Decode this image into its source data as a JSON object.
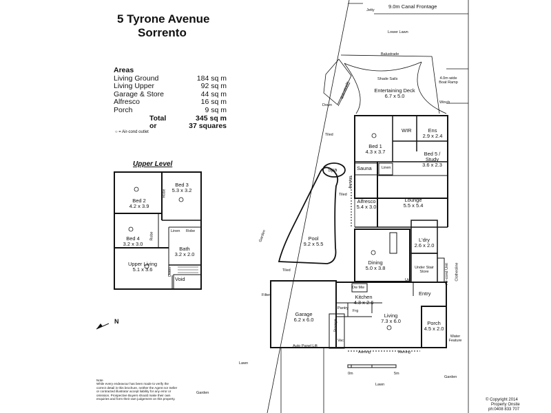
{
  "title": {
    "line1": "5 Tyrone Avenue",
    "line2": "Sorrento"
  },
  "areas": {
    "heading": "Areas",
    "rows": [
      {
        "label": "Living Ground",
        "value": "184 sq m"
      },
      {
        "label": "Living Upper",
        "value": "92 sq m"
      },
      {
        "label": "Garage & Store",
        "value": "44 sq m"
      },
      {
        "label": "Alfresco",
        "value": "16 sq m"
      },
      {
        "label": "Porch",
        "value": "9 sq m"
      }
    ],
    "total_label": "Total",
    "total_value": "345 sq m",
    "or_label": "or",
    "squares_value": "37 squares",
    "aircon_note": "= Air-cond outlet"
  },
  "upper": {
    "heading": "Upper Level",
    "bed2": "Bed 2",
    "bed2_size": "4.2 x 3.9",
    "bed3": "Bed 3",
    "bed3_size": "5.3 x 3.2",
    "bed4": "Bed 4",
    "bed4_size": "3.2 x 3.0",
    "robe1": "Robe",
    "robe2": "Robe",
    "robe3": "Robe",
    "linen": "Linen",
    "bath": "Bath",
    "bath_size": "3.2 x 2.0",
    "upper_living": "Upper Living",
    "upper_living_size": "5.1 x 3.6",
    "down": "Down",
    "void": "Void"
  },
  "site": {
    "jetty": "Jetty",
    "canal": "9.0m Canal Frontage",
    "lower_lawn": "Lower Lawn",
    "balustrade1": "Balustrade",
    "balustrade2": "Balustrade",
    "shade_sails": "Shade Sails",
    "boat_ramp": "4.0m wide Boat Ramp",
    "entertaining": "Entertaining Deck",
    "entertaining_size": "6.7 x 5.0",
    "winch": "Winch",
    "down": "Down",
    "tiled1": "Tiled",
    "tiled2": "Tiled",
    "tiled3": "Tiled",
    "spa": "Spa",
    "pool": "Pool",
    "pool_size": "9.2 x 5.5",
    "garden1": "Garden",
    "garden2": "Garden",
    "garden3": "Garden",
    "lawn1": "Lawn",
    "lawn2": "Lawn",
    "filter": "Filter",
    "water_feature": "Water Feature",
    "aircon_unit": "Air-cond Unit",
    "clothesline": "Clothesline"
  },
  "ground": {
    "bed1": "Bed 1",
    "bed1_size": "4.3 x 3.7",
    "wir": "WIR",
    "ens": "Ens",
    "ens_size": "2.9 x 2.4",
    "bed5": "Bed 5 /",
    "study": "Study",
    "bed5_size": "3.6 x 2.3",
    "sauna": "Sauna",
    "linen": "Linen",
    "lounge": "Lounge",
    "lounge_size": "5.5 x 5.4",
    "alfresco": "Alfresco",
    "alfresco_size": "5.4 x 3.0",
    "awning1": "Awning",
    "awning2": "Awning",
    "awning3": "Awning",
    "ldry": "L'dry",
    "ldry_size": "2.6 x 2.0",
    "under_stair": "Under Stair Store",
    "dining": "Dining",
    "dining_size": "5.0 x 3.8",
    "up": "Up",
    "entry": "Entry",
    "kitchen": "Kitchen",
    "kitchen_size": "4.3 x 2.6",
    "pantry": "Pantry",
    "frg": "Frg",
    "dw": "Dw Mw",
    "garage": "Garage",
    "garage_size": "6.2 x 6.0",
    "storage": "Storage",
    "vac": "Vac",
    "auto_panel": "Auto Panel Lift",
    "living": "Living",
    "living_size": "7.3 x 6.0",
    "porch": "Porch",
    "porch_size": "4.5 x 2.0"
  },
  "scale": {
    "zero": "0m",
    "five": "5m"
  },
  "compass": {
    "north": "N"
  },
  "note": "Note\nWhile every endeavour has been made to verify the correct detail in this brochure, neither the Agent nor Seller or contracted illustrator accept liability for any error or omission. Prospective Buyers should make their own enquiries and form their own judgement on this property.",
  "copyright": {
    "line1": "© Copyright 2014",
    "line2": "Property Onsite",
    "line3": "ph:0408 833 707"
  }
}
